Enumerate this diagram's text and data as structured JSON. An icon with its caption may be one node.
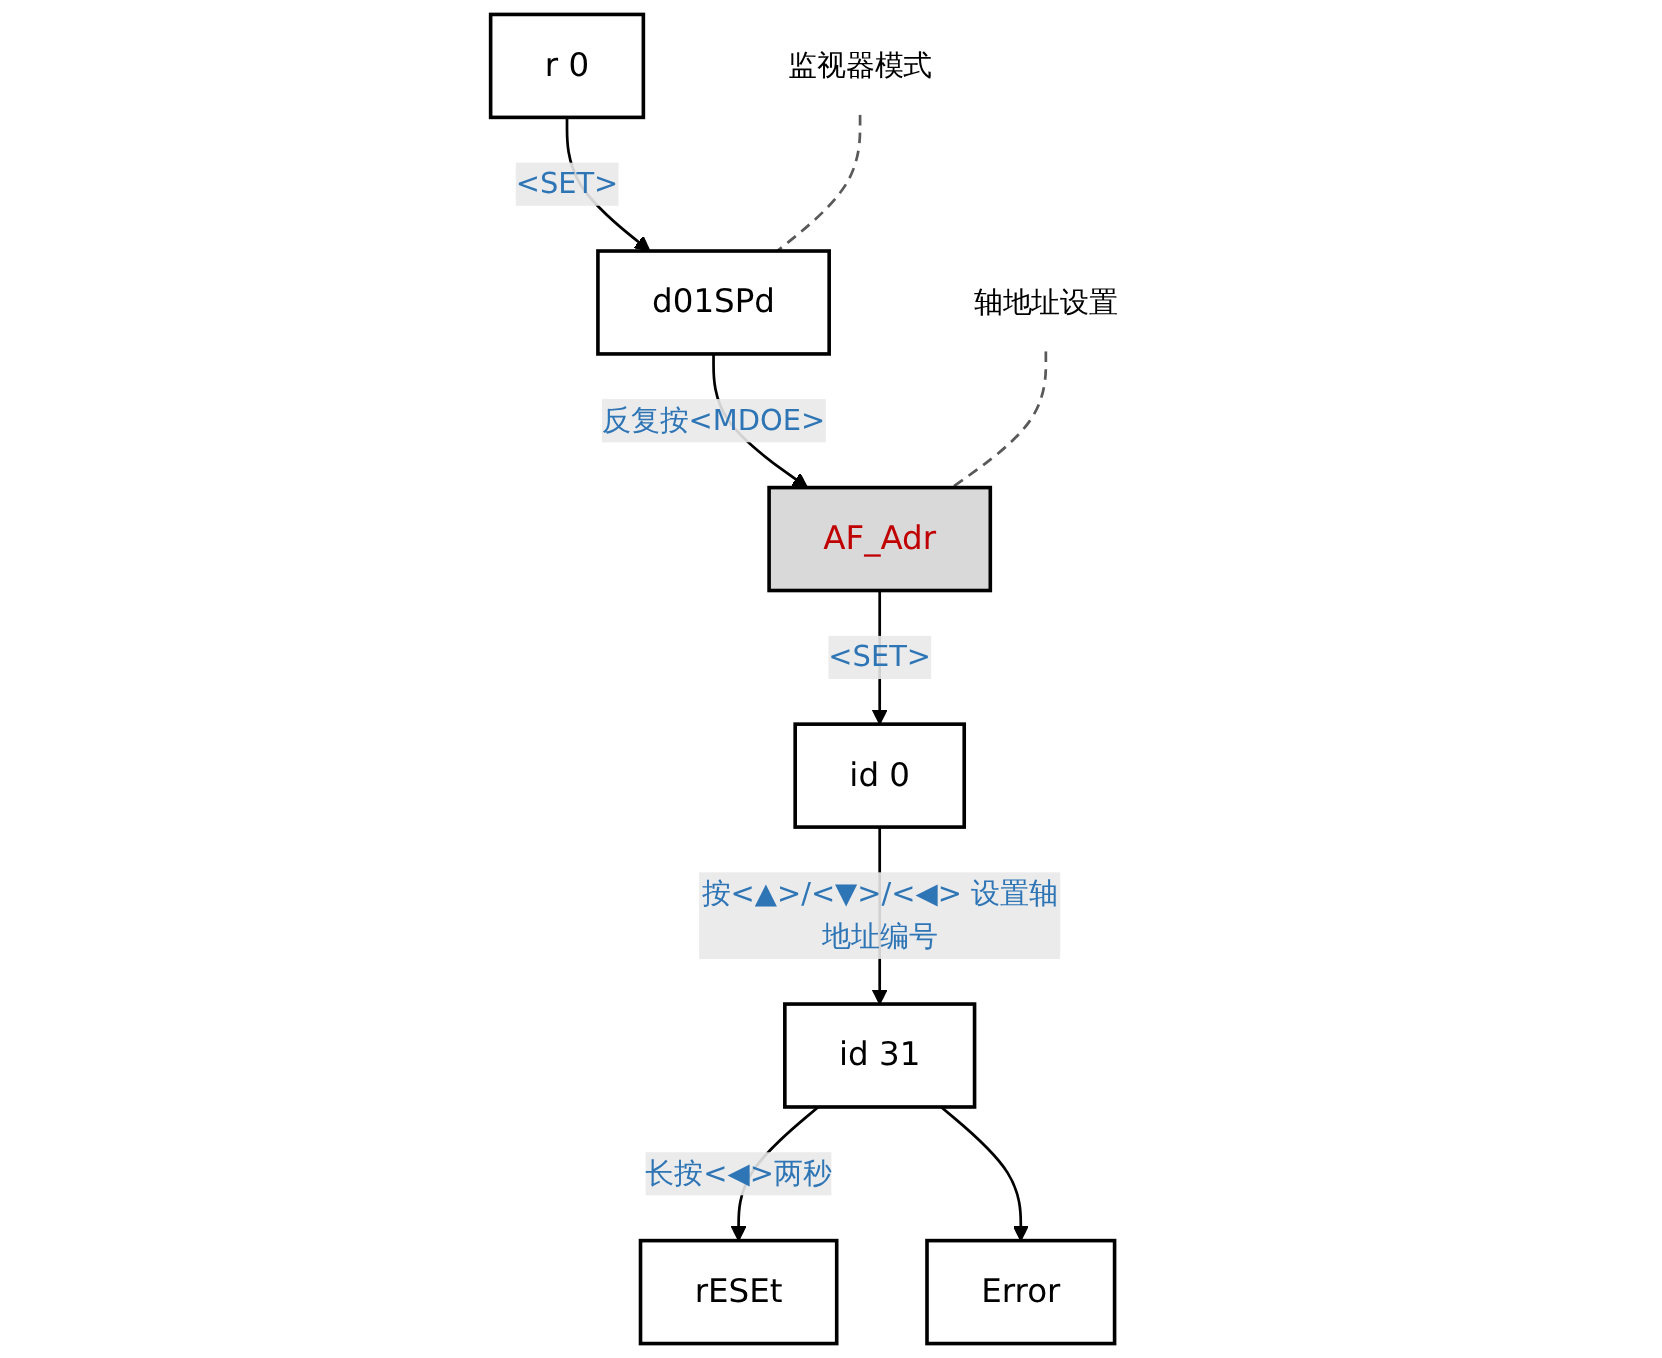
{
  "diagram": {
    "nodes": [
      {
        "text": [
          "r 0"
        ]
      },
      {
        "text": [
          "d01SPd"
        ]
      },
      {
        "text": [
          "监视器模式"
        ]
      },
      {
        "text": [
          "AF_Adr"
        ]
      },
      {
        "text": [
          "轴地址设置"
        ]
      },
      {
        "text": [
          "id 0"
        ]
      },
      {
        "text": [
          "id 31"
        ]
      },
      {
        "text": [
          "rESEt"
        ]
      },
      {
        "text": [
          "Error"
        ]
      }
    ],
    "edges": [
      {
        "from": 0,
        "to": 1,
        "arrow": "to",
        "label": "<SET>"
      },
      {
        "from": 2,
        "to": 1,
        "arrow": "none",
        "style": "dashed",
        "color": "#595959"
      },
      {
        "from": 1,
        "to": 3,
        "arrow": "to",
        "label": "反复按<MDOE>"
      },
      {
        "from": 4,
        "to": 3,
        "arrow": "none",
        "style": "dashed",
        "color": "#595959"
      },
      {
        "from": 3,
        "to": 5,
        "arrow": "to",
        "label": "<SET>"
      },
      {
        "from": 5,
        "to": 6,
        "arrow": "to",
        "label": "按<▲>/<▼>/<◀> 设置轴地址编号"
      },
      {
        "from": 6,
        "to": 7,
        "arrow": "to",
        "label": "长按<◀>两秒"
      },
      {
        "from": 6,
        "to": 8,
        "arrow": "to"
      }
    ]
  }
}
